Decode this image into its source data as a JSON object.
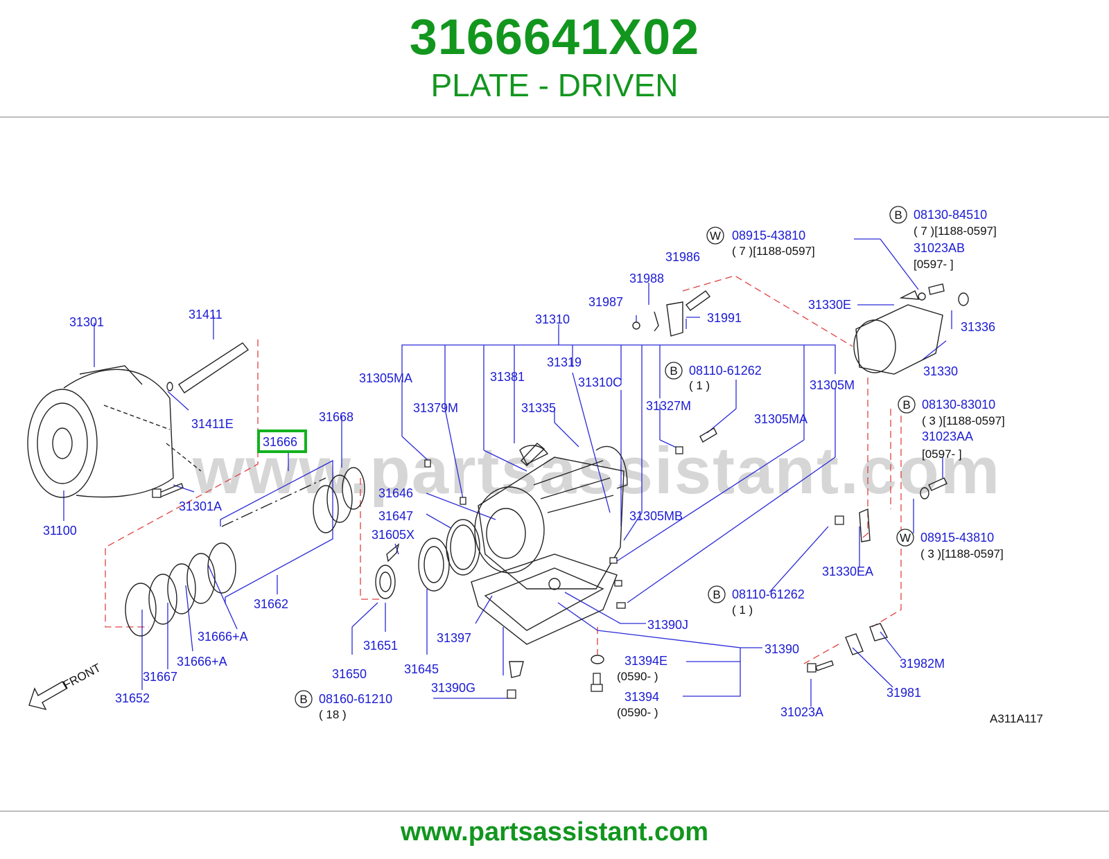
{
  "header": {
    "part_number": "3166641X02",
    "part_name": "PLATE - DRIVEN"
  },
  "watermark": "www.partsassistant.com",
  "footer": {
    "url": "www.partsassistant.com"
  },
  "diagram": {
    "highlighted_callout": "31666",
    "drawing_code": "A311A117",
    "front_label": "FRONT",
    "callouts": {
      "c31301": "31301",
      "c31411": "31411",
      "c31411E": "31411E",
      "c31100": "31100",
      "c31301A": "31301A",
      "c31668": "31668",
      "c31662": "31662",
      "c31666A1": "31666+A",
      "c31666A2": "31666+A",
      "c31667": "31667",
      "c31652": "31652",
      "c31305MA_1": "31305MA",
      "c31379M": "31379M",
      "c31381": "31381",
      "c31319": "31319",
      "c31310": "31310",
      "c31310C": "31310C",
      "c31335": "31335",
      "c31327M": "31327M",
      "c31305M": "31305M",
      "c31305MA_2": "31305MA",
      "c31305MB": "31305MB",
      "c31646": "31646",
      "c31647": "31647",
      "c31605X": "31605X",
      "c31650": "31650",
      "c31651": "31651",
      "c31645": "31645",
      "c31397": "31397",
      "c31390G": "31390G",
      "c31390J": "31390J",
      "c31390": "31390",
      "c31394E": "31394E",
      "c31394": "31394",
      "c31987": "31987",
      "c31988": "31988",
      "c31986": "31986",
      "c31991": "31991",
      "c31330E": "31330E",
      "c31336": "31336",
      "c31330": "31330",
      "c31023AB": "31023AB",
      "c31023AA": "31023AA",
      "c31330EA": "31330EA",
      "c31982M": "31982M",
      "c31981": "31981",
      "c31023A": "31023A"
    },
    "fasteners": {
      "w1": {
        "badge": "W",
        "code": "08915-43810",
        "qty": "( 7 )[1188-0597]"
      },
      "b1": {
        "badge": "B",
        "code": "08130-84510",
        "qty": "( 7 )[1188-0597]"
      },
      "b1_range": "[0597-                ]",
      "b2": {
        "badge": "B",
        "code": "08110-61262",
        "qty": "( 1 )"
      },
      "b3": {
        "badge": "B",
        "code": "08130-83010",
        "qty": "( 3 )[1188-0597]"
      },
      "b3_range": "[0597-                ]",
      "w2": {
        "badge": "W",
        "code": "08915-43810",
        "qty": "( 3 )[1188-0597]"
      },
      "b4": {
        "badge": "B",
        "code": "08110-61262",
        "qty": "( 1 )"
      },
      "b5": {
        "badge": "B",
        "code": "08160-61210",
        "qty": "( 18 )"
      }
    },
    "range_notes": {
      "r31394E": "(0590-      )",
      "r31394": "(0590-      )"
    }
  }
}
